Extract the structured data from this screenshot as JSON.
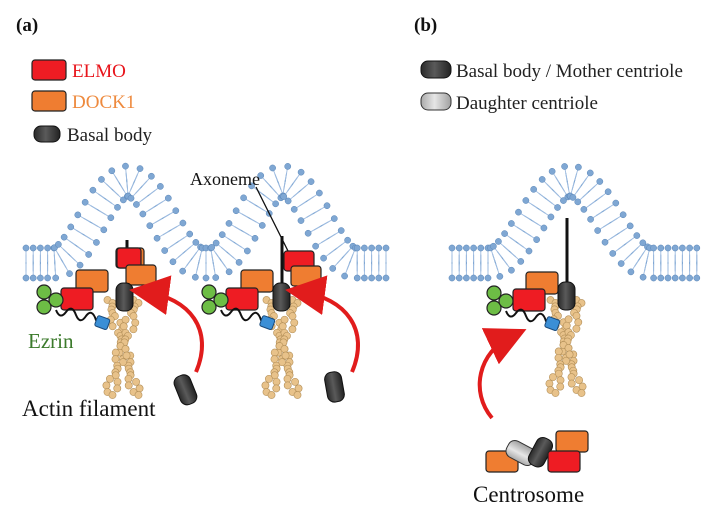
{
  "panels": {
    "a": {
      "label": "(a)"
    },
    "b": {
      "label": "(b)"
    }
  },
  "legend_a": [
    {
      "text": "ELMO",
      "text_color": "#e8141b",
      "swatch": "red-block"
    },
    {
      "text": "DOCK1",
      "text_color": "#ee8a3e",
      "swatch": "orange-block"
    },
    {
      "text": "Basal body",
      "text_color": "#222222",
      "swatch": "basal-body"
    }
  ],
  "legend_b": [
    {
      "text": "Basal body / Mother centriole",
      "swatch": "basal-body"
    },
    {
      "text": "Daughter centriole",
      "swatch": "daughter-centriole"
    }
  ],
  "labels": {
    "axoneme": "Axoneme",
    "ezrin": "Ezrin",
    "actin": "Actin filament",
    "centrosome": "Centrosome"
  },
  "colors": {
    "elmo": "#ee1c23",
    "dock1": "#ef7d31",
    "basal_body": "#3a3a3a",
    "daughter": "#c8c8c8",
    "membrane_head": "#7fa7d3",
    "ezrin": "#6dbd45",
    "ezrin_text": "#3b7a2b",
    "actin": "#e8c28a",
    "arrow": "#e11c1c",
    "linker_blue": "#3b8fd6"
  }
}
